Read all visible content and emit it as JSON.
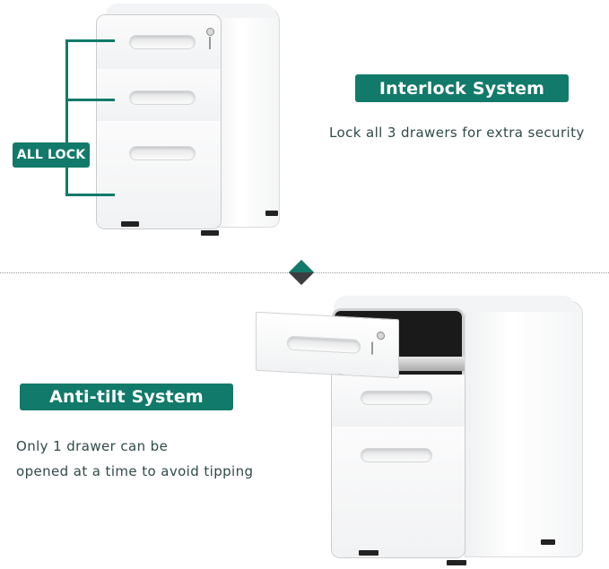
{
  "top_section": {
    "badge_label": "ALL LOCK",
    "title": "Interlock System",
    "description": "Lock all 3 drawers for extra security"
  },
  "bottom_section": {
    "title": "Anti-tilt System",
    "description_lines": [
      "Only 1 drawer can be",
      "opened at a time to avoid tipping"
    ]
  },
  "colors": {
    "accent": "#127a6a",
    "text": "#2f4a48",
    "divider_diamond_dark": "#3b3d40"
  }
}
